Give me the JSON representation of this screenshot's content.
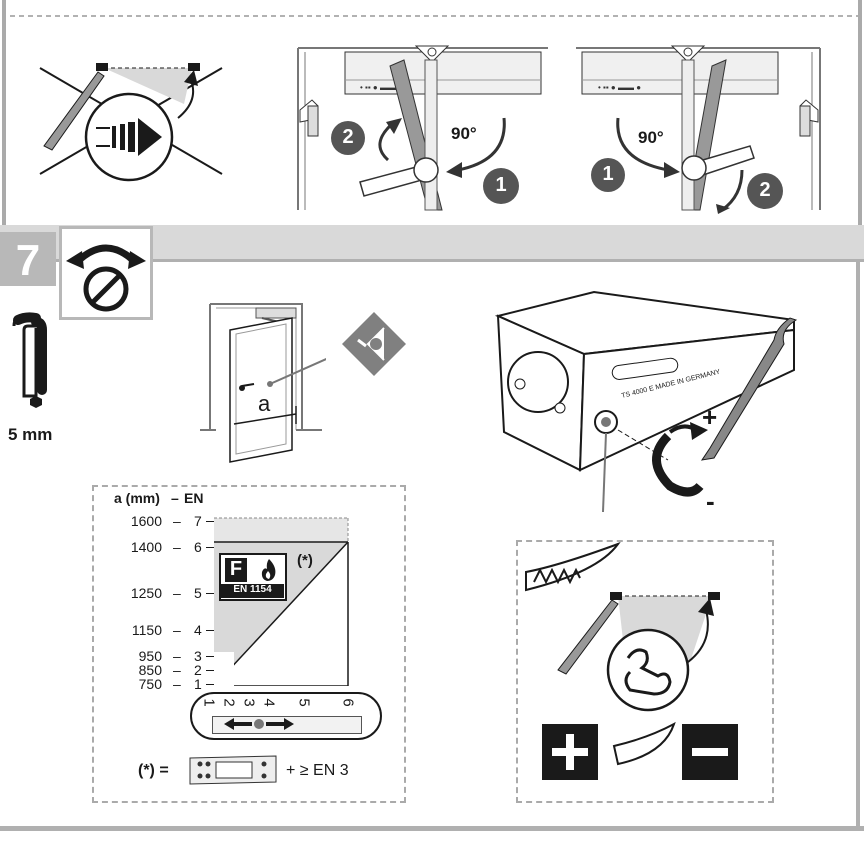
{
  "step": {
    "number": "7"
  },
  "tool": {
    "size_label": "5 mm"
  },
  "angles": {
    "left": "90°",
    "right": "90°"
  },
  "markers": {
    "one": "1",
    "two": "2"
  },
  "door": {
    "width_label": "a"
  },
  "closer_adjust": {
    "plus": "+",
    "minus": "-"
  },
  "chart": {
    "ylabel_a": "a (mm)",
    "ylabel_sep": "–",
    "ylabel_en": "EN",
    "rows": [
      {
        "a": "1600",
        "sep": "–",
        "en": "7"
      },
      {
        "a": "1400",
        "sep": "–",
        "en": "6"
      },
      {
        "a": "1250",
        "sep": "–",
        "en": "5"
      },
      {
        "a": "1150",
        "sep": "–",
        "en": "4"
      },
      {
        "a": "950",
        "sep": "–",
        "en": "3"
      },
      {
        "a": "850",
        "sep": "–",
        "en": "2"
      },
      {
        "a": "750",
        "sep": "–",
        "en": "1"
      }
    ],
    "dial_ticks": [
      "1",
      "2",
      "3",
      "4",
      "5",
      "6"
    ],
    "fire_letter": "F",
    "fire_standard": "EN 1154",
    "asterisk": "(*)",
    "footnote_left": "(*) =",
    "footnote_right": "+ ≥ EN 3"
  },
  "colors": {
    "step_bg": "#b8b8b8",
    "band": "#d9d9d9",
    "dark": "#1a1a1a",
    "marker": "#555555"
  }
}
